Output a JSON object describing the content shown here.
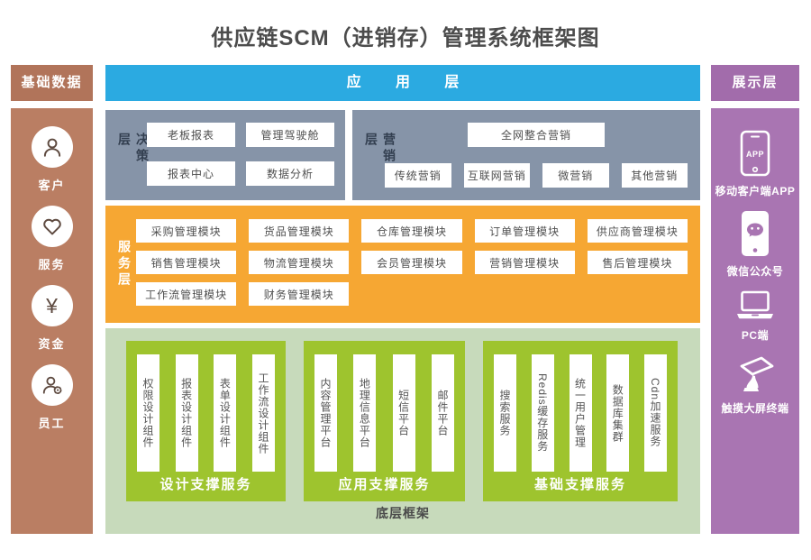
{
  "title": "供应链SCM（进销存）管理系统框架图",
  "colors": {
    "brown": "#ba7e63",
    "brown_dark": "#b1745a",
    "blue": "#2baae1",
    "gray": "#8694a8",
    "orange": "#f6a733",
    "light_green": "#c7dabb",
    "bright_green": "#9ec42e",
    "purple": "#a975b2",
    "purple_dark": "#a26cab"
  },
  "left_panel": {
    "header": "基础数据",
    "items": [
      {
        "label": "客户",
        "icon": "customer-icon"
      },
      {
        "label": "服务",
        "icon": "heart-icon"
      },
      {
        "label": "资金",
        "icon": "yen-icon",
        "glyph": "¥"
      },
      {
        "label": "员工",
        "icon": "employee-icon"
      }
    ]
  },
  "app_layer": {
    "label": "应用层"
  },
  "decision_layer": {
    "label": "决策层",
    "boxes": [
      "老板报表",
      "管理驾驶舱",
      "报表中心",
      "数据分析"
    ]
  },
  "marketing_layer": {
    "label": "营销层",
    "top_box": "全网整合营销",
    "boxes": [
      "传统营销",
      "互联网营销",
      "微营销",
      "其他营销"
    ]
  },
  "service_layer": {
    "label": "服务层",
    "rows": [
      [
        "采购管理模块",
        "货品管理模块",
        "仓库管理模块",
        "订单管理模块",
        "供应商管理模块"
      ],
      [
        "销售管理模块",
        "物流管理模块",
        "会员管理模块",
        "营销管理模块",
        "售后管理模块"
      ],
      [
        "工作流管理模块",
        "财务管理模块"
      ]
    ]
  },
  "foundation": {
    "label": "底层框架",
    "groups": [
      {
        "label": "设计支撑服务",
        "items": [
          "权限设计组件",
          "报表设计组件",
          "表单设计组件",
          "工作流设计组件"
        ]
      },
      {
        "label": "应用支撑服务",
        "items": [
          "内容管理平台",
          "地理信息平台",
          "短信平台",
          "邮件平台"
        ]
      },
      {
        "label": "基础支撑服务",
        "items": [
          "搜索服务",
          "Redis缓存服务",
          "统一用户管理",
          "数据库集群",
          "Cdn加速服务"
        ]
      }
    ]
  },
  "right_panel": {
    "header": "展示层",
    "items": [
      {
        "label": "移动客户端APP",
        "icon": "mobile-app-icon",
        "badge": "APP"
      },
      {
        "label": "微信公众号",
        "icon": "wechat-icon"
      },
      {
        "label": "PC端",
        "icon": "laptop-icon"
      },
      {
        "label": "触摸大屏终端",
        "icon": "kiosk-icon"
      }
    ]
  }
}
